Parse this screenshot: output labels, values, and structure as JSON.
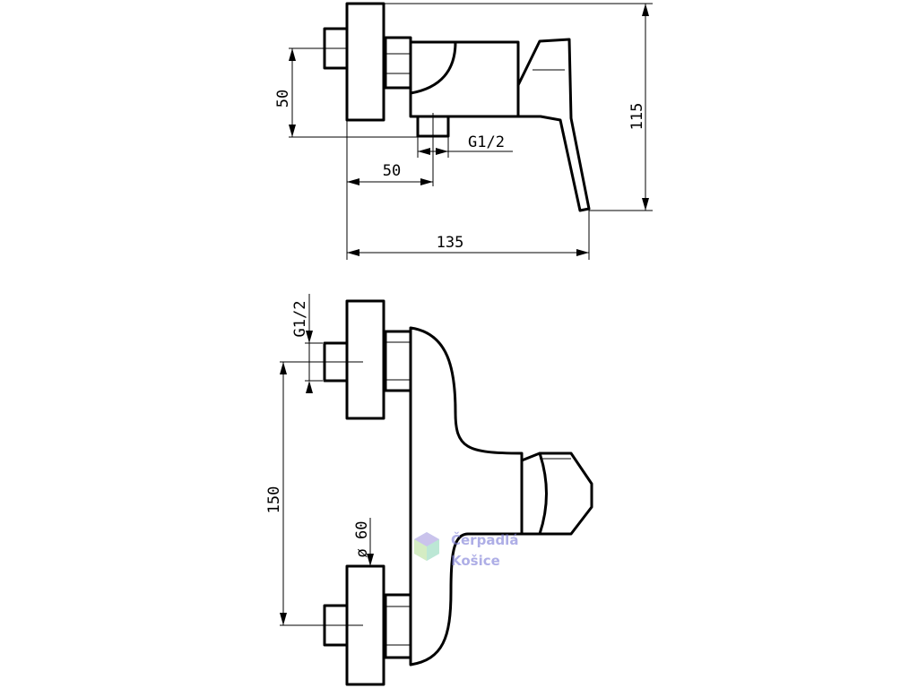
{
  "side_view": {
    "height_dim": "115",
    "offset_dim": "50",
    "thread_label": "G1/2",
    "depth_dim": "50",
    "total_depth_dim": "135"
  },
  "front_view": {
    "thread_label": "G1/2",
    "center_distance_dim": "150",
    "rosette_diameter_dim": "ø 60"
  },
  "watermark": {
    "line1": "Čerpadlá",
    "line2": "Košice"
  }
}
